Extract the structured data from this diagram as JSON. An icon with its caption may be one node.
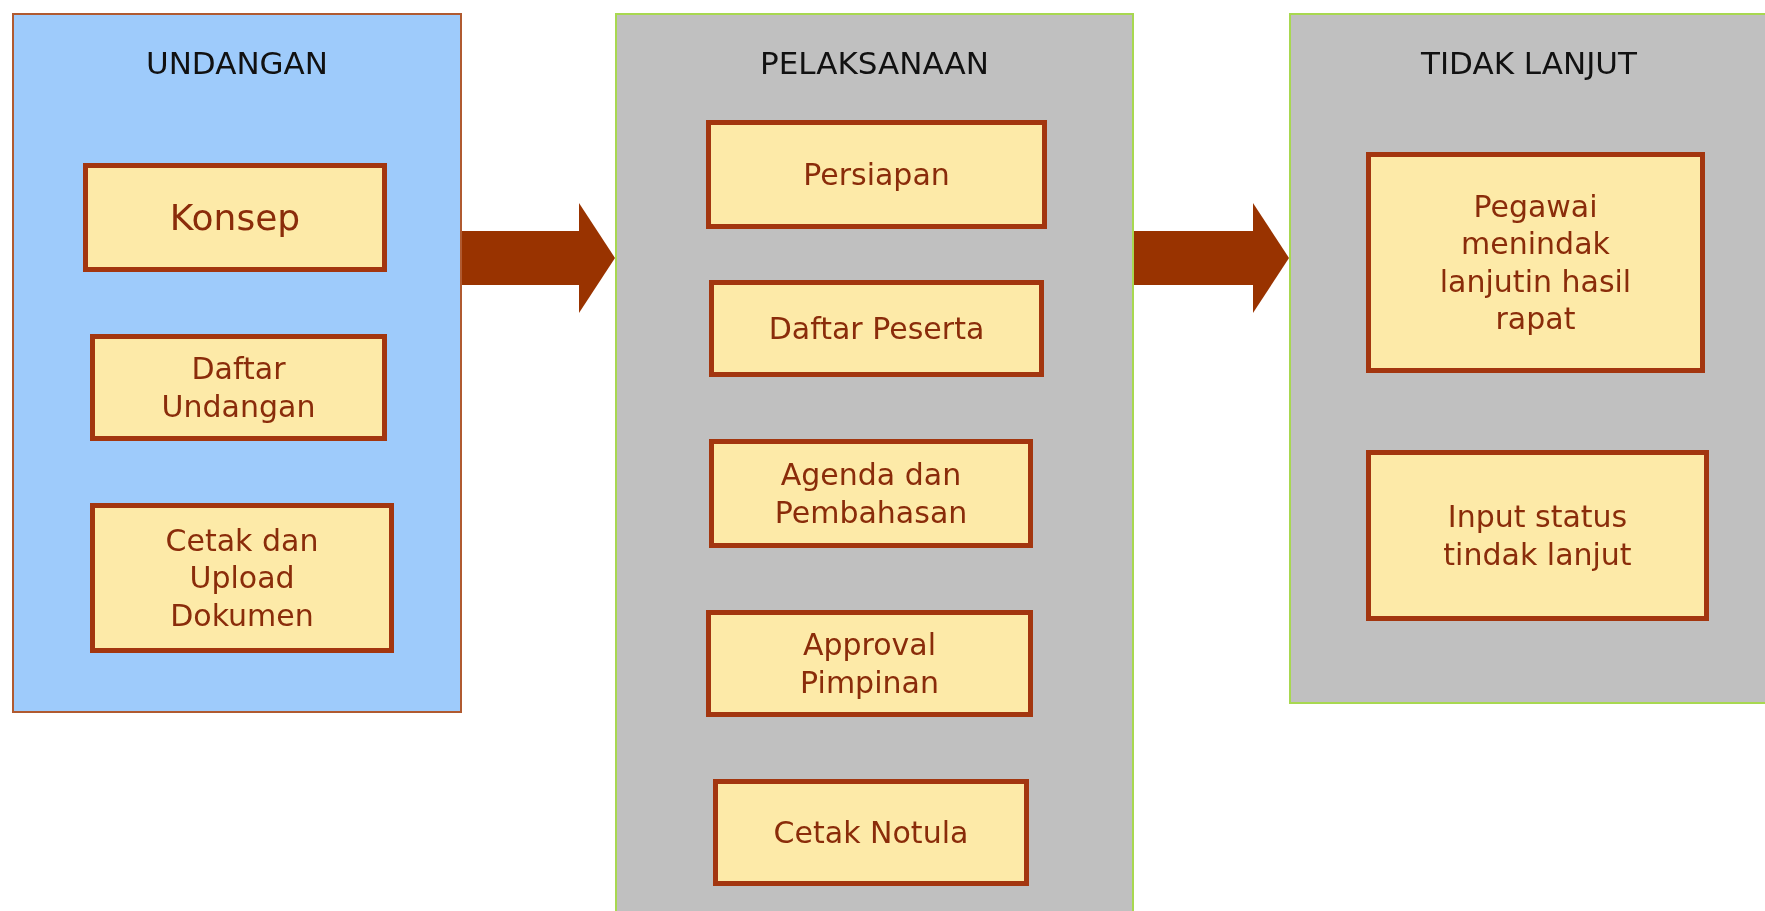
{
  "diagram": {
    "nodes": [
      {
        "text": [
          "UNDANGAN"
        ]
      },
      {
        "text": [
          "Konsep"
        ],
        "in": 0
      },
      {
        "text": [
          "Daftar Undangan"
        ],
        "in": 0
      },
      {
        "text": [
          "Cetak dan Upload Dokumen"
        ],
        "in": 0
      },
      {
        "text": [
          "PELAKSANAAN"
        ]
      },
      {
        "text": [
          "Persiapan"
        ],
        "in": 4
      },
      {
        "text": [
          "Daftar Peserta"
        ],
        "in": 4
      },
      {
        "text": [
          "Agenda dan Pembahasan"
        ],
        "in": 4
      },
      {
        "text": [
          "Approval Pimpinan"
        ],
        "in": 4
      },
      {
        "text": [
          "Cetak Notula"
        ],
        "in": 4
      },
      {
        "text": [
          "TIDAK LANJUT"
        ]
      },
      {
        "text": [
          "Pegawai menindak lanjutin hasil rapat"
        ],
        "in": 10
      },
      {
        "text": [
          "Input status tindak lanjut"
        ],
        "in": 10
      }
    ],
    "edges": [
      {
        "from": 0,
        "to": 4,
        "arrow": "to"
      },
      {
        "from": 4,
        "to": 10,
        "arrow": "to"
      }
    ]
  }
}
